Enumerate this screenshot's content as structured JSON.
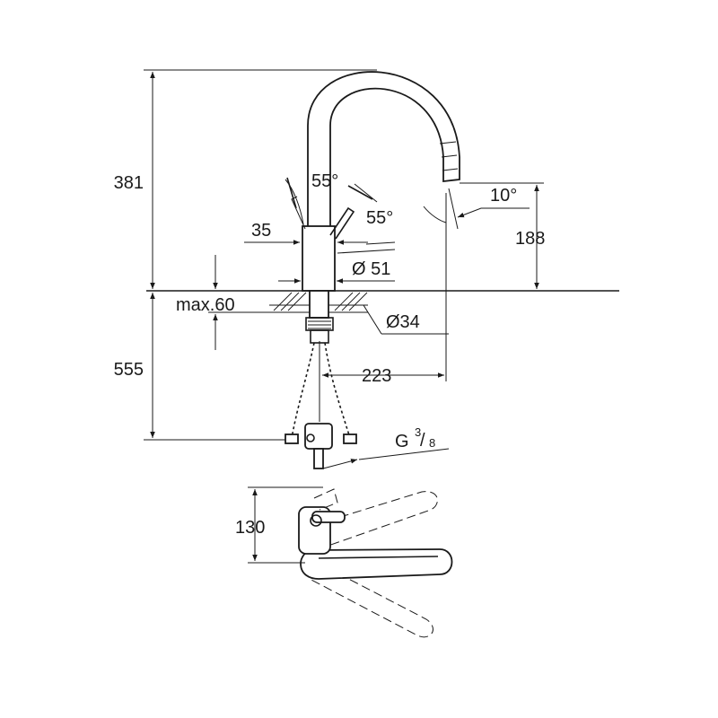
{
  "dimensions": {
    "total_height": "381",
    "swivel_angle_left": "55°",
    "swivel_angle_right": "55°",
    "lever_width": "35",
    "spout_tilt": "10°",
    "spout_height": "188",
    "body_diameter": "Ø 51",
    "max_deck_thickness": "max.60",
    "hole_diameter": "Ø34",
    "hose_length": "555",
    "reach": "223",
    "connection_prefix": "G",
    "connection_num": "3",
    "connection_den": "8",
    "lever_clearance": "130"
  }
}
